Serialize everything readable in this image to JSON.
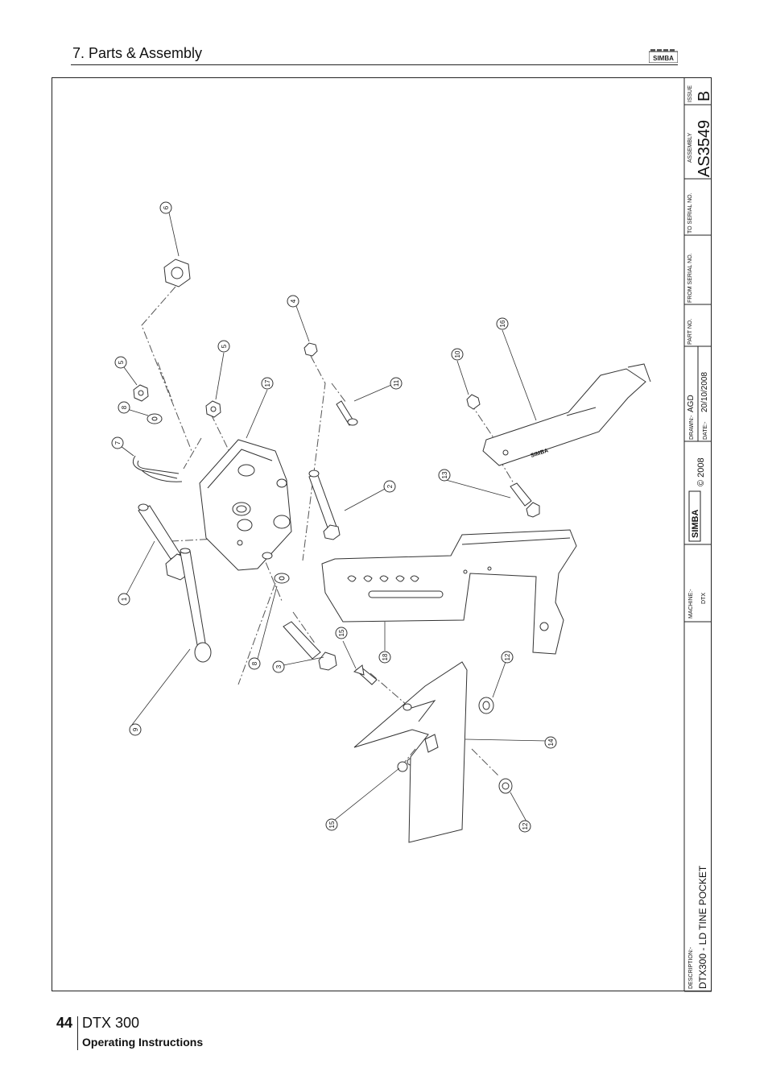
{
  "header": {
    "section_title": "7. Parts & Assembly",
    "logo_text": "SIMBA"
  },
  "title_block": {
    "issue_label": "ISSUE",
    "issue_value": "B",
    "assembly_label": "ASSEMBLY",
    "assembly_value": "AS3549",
    "to_serial_label": "TO SERIAL NO.",
    "from_serial_label": "FROM SERIAL NO.",
    "part_no_label": "PART NO.",
    "drawn_label": "DRAWN:-",
    "drawn_value": "AGD",
    "date_label": "DATE:-",
    "date_value": "20/10/2008",
    "copyright": "© 2008",
    "brand": "SIMBA",
    "machine_label": "MACHINE:-",
    "machine_value": "DTX",
    "description_label": "DESCRIPTION:-",
    "description_value": "DTX300 - LD TINE POCKET"
  },
  "drawing": {
    "part_stamp": "SIMBA",
    "balloons": [
      "1",
      "2",
      "3",
      "4",
      "5",
      "5",
      "6",
      "7",
      "8",
      "8",
      "9",
      "10",
      "11",
      "12",
      "12",
      "13",
      "14",
      "15",
      "15",
      "16",
      "17",
      "18"
    ]
  },
  "footer": {
    "page_number": "44",
    "product": "DTX 300",
    "subtitle": "Operating Instructions"
  }
}
